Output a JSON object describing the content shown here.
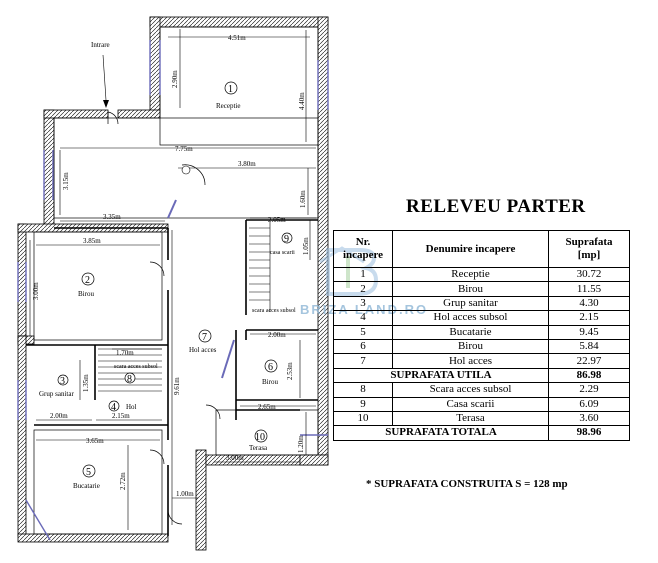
{
  "title": "RELEVEU PARTER",
  "table": {
    "headers": [
      "Nr. incapere",
      "Denumire incapere",
      "Suprafata [mp]"
    ],
    "rows": [
      {
        "nr": "1",
        "name": "Receptie",
        "area": "30.72"
      },
      {
        "nr": "2",
        "name": "Birou",
        "area": "11.55"
      },
      {
        "nr": "3",
        "name": "Grup sanitar",
        "area": "4.30"
      },
      {
        "nr": "4",
        "name": "Hol acces subsol",
        "area": "2.15"
      },
      {
        "nr": "5",
        "name": "Bucatarie",
        "area": "9.45"
      },
      {
        "nr": "6",
        "name": "Birou",
        "area": "5.84"
      },
      {
        "nr": "7",
        "name": "Hol acces",
        "area": "22.97"
      }
    ],
    "subtotal": {
      "label": "SUPRAFATA UTILA",
      "area": "86.98"
    },
    "rows2": [
      {
        "nr": "8",
        "name": "Scara acces subsol",
        "area": "2.29"
      },
      {
        "nr": "9",
        "name": "Casa scarii",
        "area": "6.09"
      },
      {
        "nr": "10",
        "name": "Terasa",
        "area": "3.60"
      }
    ],
    "total": {
      "label": "SUPRAFATA TOTALA",
      "area": "98.96"
    }
  },
  "footnote": "* SUPRAFATA CONSTRUITA  S = 128 mp",
  "watermark": "BRIZA LAND.RO",
  "plan": {
    "entrance": "Intrare",
    "rooms": [
      {
        "num": "1",
        "name": "Receptie"
      },
      {
        "num": "2",
        "name": "Birou"
      },
      {
        "num": "3",
        "name": "Grup sanitar"
      },
      {
        "num": "4",
        "name": "Hol"
      },
      {
        "num": "5",
        "name": "Bucatarie"
      },
      {
        "num": "6",
        "name": "Birou"
      },
      {
        "num": "7",
        "name": "Hol acces"
      },
      {
        "num": "8",
        "name": "scara acces subsol"
      },
      {
        "num": "9",
        "name": "casa scarii"
      },
      {
        "num": "10",
        "name": "Terasa"
      }
    ],
    "dims": {
      "d451": "4.51m",
      "d290": "2.90m",
      "d440": "4.40m",
      "d775": "7.75m",
      "d380": "3.80m",
      "d315": "3.15m",
      "d160": "1.60m",
      "d335": "3.35m",
      "d205a": "2.05m",
      "d105": "1.05m",
      "d385": "3.85m",
      "d300a": "3.00m",
      "d961": "9.61m",
      "d170": "1.70m",
      "d200a": "2.00m",
      "d253": "2.53m",
      "d135": "1.35m",
      "d200b": "2.00m",
      "d215": "2.15m",
      "d265": "2.65m",
      "d365": "3.65m",
      "d272": "2.72m",
      "d300b": "3.00m",
      "d120": "1.20m",
      "d100": "1.00m"
    }
  }
}
